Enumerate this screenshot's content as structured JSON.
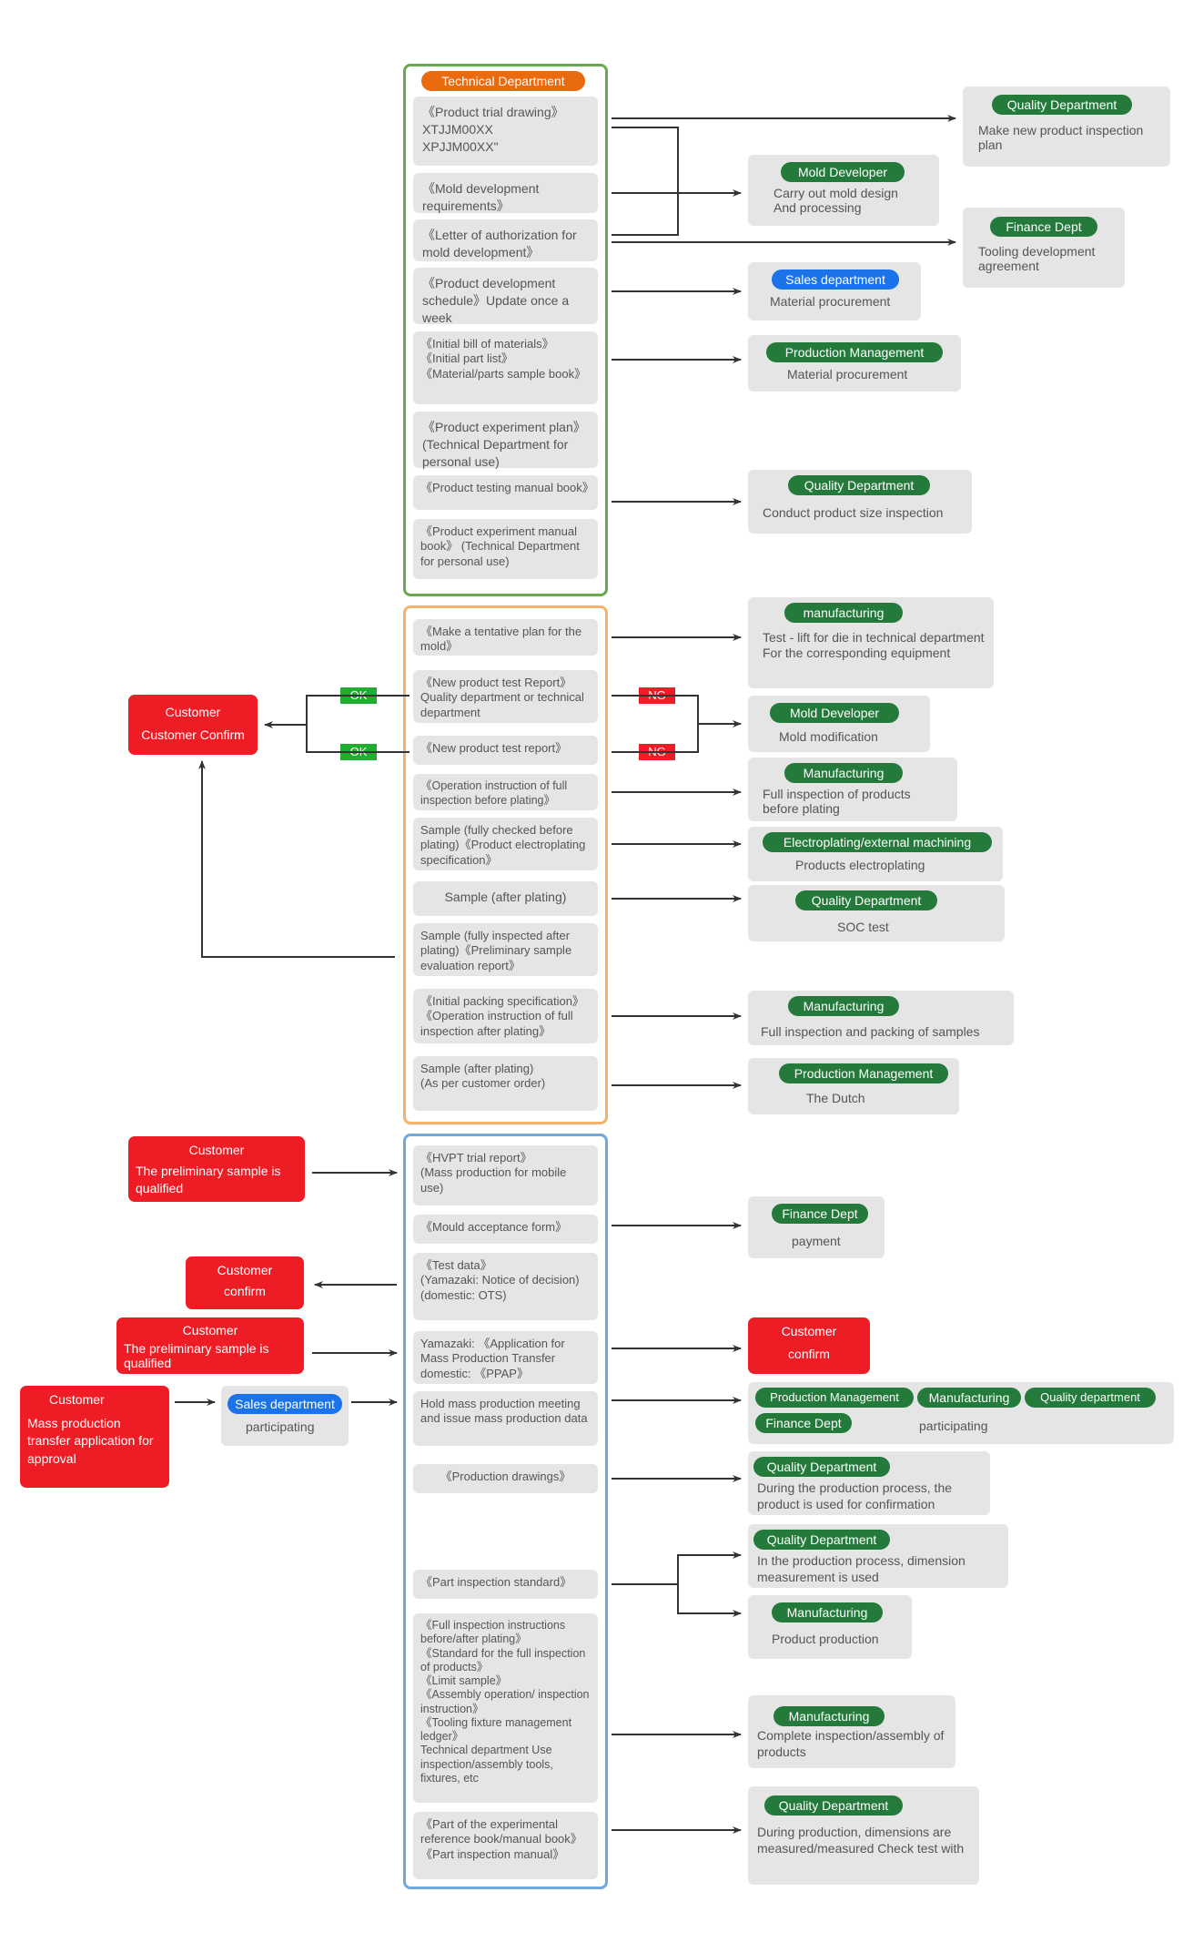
{
  "colors": {
    "green": "#237a3a",
    "blue": "#1a73e8",
    "orange": "#ea6a10",
    "red": "#ee1c25",
    "frame_green": "#6aa84f",
    "frame_orange": "#f6b26b",
    "frame_blue": "#6fa8dc",
    "gray": "#e5e5e5"
  },
  "tech": {
    "header": "Technical Department",
    "items": [
      "《Product trial drawing》\nXTJJM00XX\nXPJJM00XX\"",
      "《Mold development requirements》",
      "《Letter of authorization for mold development》",
      "《Product development schedule》Update once a week",
      "《Initial bill of materials》\n《Initial part list》\n《Material/parts sample book》",
      "《Product experiment plan》(Technical Department for personal use)",
      "《Product testing manual book》",
      "《Product experiment manual book》 (Technical Department for personal use)"
    ]
  },
  "tech_right": [
    {
      "tag": "Quality Department",
      "text": "Make new product inspection plan"
    },
    {
      "tag": "Mold Developer",
      "text": "Carry out mold design\nAnd processing"
    },
    {
      "tag": "Finance Dept",
      "text": "Tooling development agreement"
    },
    {
      "tag": "Sales department",
      "text": "Material procurement"
    },
    {
      "tag": "Production Management",
      "text": "Material procurement"
    },
    {
      "tag": "Quality Department",
      "text": "Conduct product size inspection"
    }
  ],
  "trial": {
    "items": [
      "《Make a tentative plan for the mold》",
      "《New product test Report》Quality department or technical department",
      "《New product test report》",
      "《Operation instruction of full inspection before plating》",
      "Sample (fully checked before plating)《Product electroplating specification》",
      "Sample (after plating)",
      "Sample (fully inspected after plating)《Preliminary sample evaluation report》",
      "《Initial packing specification》《Operation instruction of full inspection after plating》",
      "Sample (after plating)\n(As per customer order)"
    ],
    "ok": "OK",
    "ng": "NG"
  },
  "trial_right": [
    {
      "tag": "manufacturing",
      "text": "Test - lift for die in technical department For the corresponding equipment"
    },
    {
      "tag": "Mold Developer",
      "text": "Mold modification"
    },
    {
      "tag": "Manufacturing",
      "text": "Full inspection of products before plating"
    },
    {
      "tag": "Electroplating/external machining",
      "text": "Products electroplating"
    },
    {
      "tag": "Quality Department",
      "text": "SOC test"
    },
    {
      "tag": "Manufacturing",
      "text": "Full inspection and packing of samples"
    },
    {
      "tag": "Production Management",
      "text": "The Dutch"
    }
  ],
  "customer_confirm": {
    "title": "Customer",
    "text": "Customer Confirm"
  },
  "mass": {
    "items": [
      "《HVPT trial report》\n(Mass production for mobile use)",
      "《Mould acceptance form》",
      "《Test data》\n(Yamazaki: Notice of decision) (domestic: OTS)",
      "Yamazaki: 《Application for Mass Production Transfer domestic: 《PPAP》",
      "Hold mass production meeting and issue mass production data",
      "《Production drawings》",
      "《Part inspection standard》",
      "《Full inspection instructions before/after plating》\n《Standard for the full inspection of products》\n《Limit sample》\n《Assembly operation/ inspection instruction》\n《Tooling fixture management ledger》\nTechnical department Use inspection/assembly tools, fixtures, etc",
      "《Part of the experimental reference book/manual book》《Part inspection manual》"
    ]
  },
  "mass_left": [
    {
      "title": "Customer",
      "text": "The preliminary sample is qualified"
    },
    {
      "title": "Customer",
      "text": "confirm"
    },
    {
      "title": "Customer",
      "text": "The preliminary sample is qualified"
    },
    {
      "title": "Customer",
      "text": "Mass production transfer application for approval"
    }
  ],
  "sales_participating": {
    "tag": "Sales department",
    "text": "participating"
  },
  "mass_right": {
    "finance": {
      "tag": "Finance Dept",
      "text": "payment"
    },
    "customer": {
      "title": "Customer",
      "text": "confirm"
    },
    "participating": {
      "tags": [
        "Production Management",
        "Manufacturing",
        "Quality department",
        "Finance Dept"
      ],
      "text": "participating"
    },
    "q1": {
      "tag": "Quality Department",
      "text": "During the production process, the product is used for confirmation"
    },
    "q2": {
      "tag": "Quality Department",
      "text": "In the production process, dimension measurement is used"
    },
    "m1": {
      "tag": "Manufacturing",
      "text": "Product production"
    },
    "m2": {
      "tag": "Manufacturing",
      "text": "Complete inspection/assembly of products"
    },
    "q3": {
      "tag": "Quality Department",
      "text": "During production, dimensions are measured/measured Check test with"
    }
  }
}
